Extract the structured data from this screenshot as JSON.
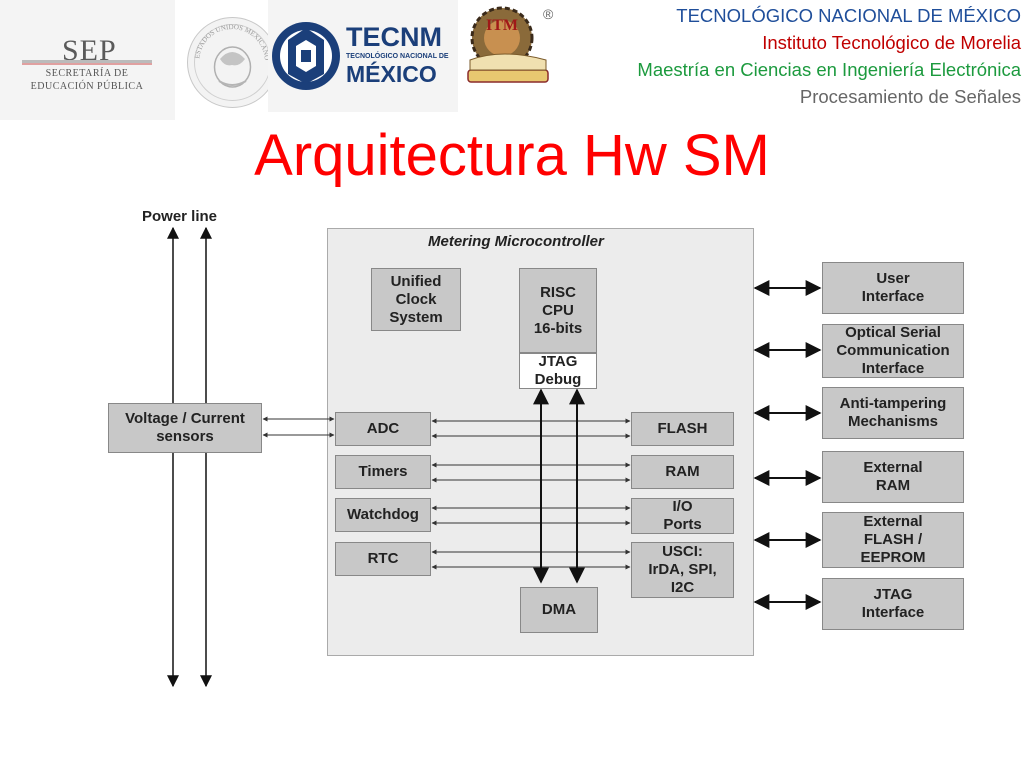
{
  "header": {
    "sep_word": "SEP",
    "sep_subtitle_1": "SECRETARÍA DE",
    "sep_subtitle_2": "EDUCACIÓN PÚBLICA",
    "seal_text": "ESTADOS UNIDOS MEXICANOS",
    "tecnm_word": "TECNM",
    "tecnm_subtitle": "TECNOLÓGICO NACIONAL DE",
    "tecnm_mexico": "MÉXICO",
    "itm_letters": "ITM",
    "registered": "®",
    "line1": "TECNOLÓGICO NACIONAL DE MÉXICO",
    "line2": "Instituto Tecnológico de Morelia",
    "line3": "Maestría en Ciencias en Ingeniería Electrónica",
    "line4": "Procesamiento de Señales"
  },
  "title": "Arquitectura Hw SM",
  "diagram": {
    "power_line": "Power line",
    "microcontroller_title": "Metering Microcontroller",
    "sensors": "Voltage / Current\nsensors",
    "clock": "Unified\nClock\nSystem",
    "cpu": "RISC\nCPU\n16-bits",
    "jtag_debug": "JTAG\nDebug",
    "adc": "ADC",
    "timers": "Timers",
    "watchdog": "Watchdog",
    "rtc": "RTC",
    "flash": "FLASH",
    "ram": "RAM",
    "io_ports": "I/O\nPorts",
    "usci": "USCI:\nIrDA, SPI,\nI2C",
    "dma": "DMA",
    "user_interface": "User\nInterface",
    "optical_serial": "Optical Serial\nCommunication\nInterface",
    "anti_tampering": "Anti-tampering\nMechanisms",
    "external_ram": "External\nRAM",
    "external_flash": "External\nFLASH /\nEEPROM",
    "jtag_interface": "JTAG\nInterface"
  },
  "colors": {
    "title": "#ff0000",
    "line1": "#1f4e9a",
    "line2": "#c00000",
    "line3": "#1c9a3e",
    "line4": "#666666",
    "block_fill": "#c8c8c8",
    "mc_fill": "#ececec"
  }
}
